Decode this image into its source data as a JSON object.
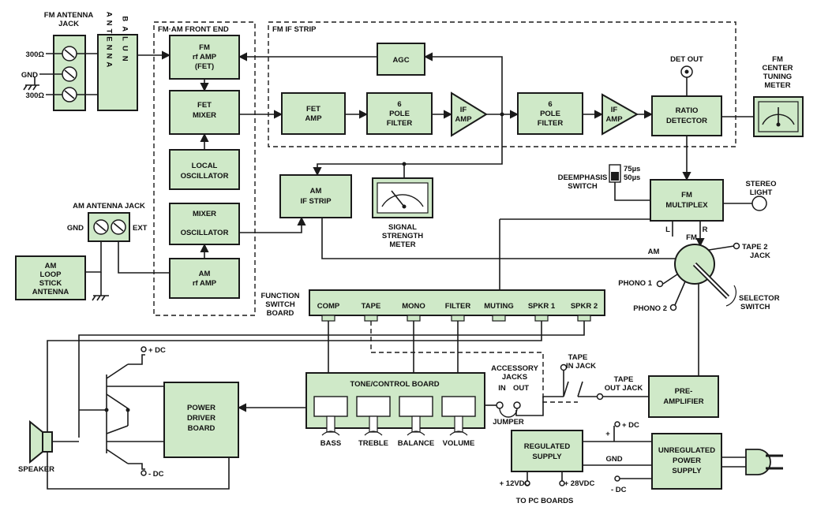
{
  "sections": {
    "front_end": "FM·AM FRONT END",
    "fm_if_strip": "FM IF STRIP"
  },
  "blocks": {
    "fm_antenna_jack": [
      "FM ANTENNA",
      "JACK"
    ],
    "antenna_balun_left": "ANTENNA",
    "antenna_balun_right": "BALUN",
    "fm_rf_amp": [
      "FM",
      "rf AMP",
      "(FET)"
    ],
    "fet_mixer": [
      "FET",
      "MIXER"
    ],
    "local_osc": [
      "LOCAL",
      "OSCILLATOR"
    ],
    "mixer_osc": [
      "MIXER",
      "OSCILLATOR"
    ],
    "am_rf_amp": [
      "AM",
      "rf AMP"
    ],
    "agc": "AGC",
    "fet_amp": [
      "FET",
      "AMP"
    ],
    "pole_filter_1": [
      "6",
      "POLE",
      "FILTER"
    ],
    "if_amp_1": [
      "IF",
      "AMP"
    ],
    "pole_filter_2": [
      "6",
      "POLE",
      "FILTER"
    ],
    "if_amp_2": [
      "IF",
      "AMP"
    ],
    "ratio_detector": [
      "RATIO",
      "DETECTOR"
    ],
    "det_out": "DET OUT",
    "fm_tuning_meter": [
      "FM",
      "CENTER",
      "TUNING",
      "METER"
    ],
    "am_if_strip": [
      "AM",
      "IF STRIP"
    ],
    "signal_meter": [
      "SIGNAL",
      "STRENGTH",
      "METER"
    ],
    "fm_multiplex": [
      "FM",
      "MULTIPLEX"
    ],
    "stereo_light": [
      "STEREO",
      "LIGHT"
    ],
    "deemphasis": [
      "DEEMPHASIS",
      "SWITCH"
    ],
    "deemph_75": "75µs",
    "deemph_50": "50µs",
    "am_antenna_jack": "AM ANTENNA JACK",
    "am_loop": [
      "AM",
      "LOOP",
      "STICK",
      "ANTENNA"
    ],
    "function_board": [
      "FUNCTION",
      "SWITCH",
      "BOARD"
    ],
    "switches": [
      "COMP",
      "TAPE",
      "MONO",
      "FILTER",
      "MUTING",
      "SPKR 1",
      "SPKR 2"
    ],
    "tone_board": "TONE/CONTROL BOARD",
    "tone_controls": [
      "BASS",
      "TREBLE",
      "BALANCE",
      "VOLUME"
    ],
    "power_driver": [
      "POWER",
      "DRIVER",
      "BOARD"
    ],
    "speaker": "SPEAKER",
    "accessory_jacks": [
      "ACCESSORY",
      "JACKS"
    ],
    "acc_in": "IN",
    "acc_out": "OUT",
    "jumper": "JUMPER",
    "tape_in_jack": [
      "TAPE",
      "IN JACK"
    ],
    "tape_out_jack": [
      "TAPE",
      "OUT JACK"
    ],
    "preamp": [
      "PRE-",
      "AMPLIFIER"
    ],
    "regulated": [
      "REGULATED",
      "SUPPLY"
    ],
    "unregulated": [
      "UNREGULATED",
      "POWER",
      "SUPPLY"
    ],
    "selector": [
      "SELECTOR",
      "SWITCH"
    ],
    "tape2_jack": [
      "TAPE 2",
      "JACK"
    ],
    "phono1": "PHONO 1",
    "phono2": "PHONO 2",
    "am": "AM",
    "fm": "FM",
    "l": "L",
    "r": "R"
  },
  "terminals": {
    "ohm_top": "300Ω",
    "gnd": "GND",
    "ohm_bottom": "300Ω",
    "am_gnd": "GND",
    "am_ext": "EXT",
    "plus_dc_amp": "+ DC",
    "minus_dc_amp": "- DC",
    "plus_dc_supply": "+ DC",
    "gnd_supply": "GND",
    "minus_dc_supply": "- DC",
    "plus_sign": "+",
    "v12": "+ 12VDC",
    "v28": "+ 28VDC",
    "to_pc": "TO PC BOARDS"
  },
  "colors": {
    "block_fill": "#cfe9c8",
    "line": "#1a1a1a"
  }
}
